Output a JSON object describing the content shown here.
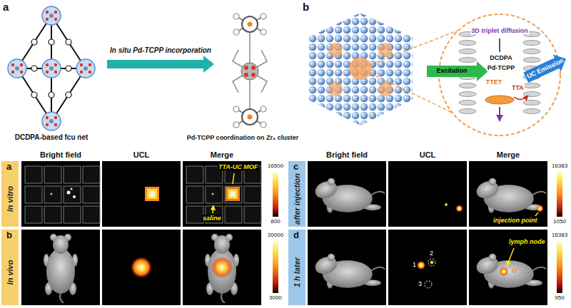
{
  "diagram": {
    "nodes": [
      {
        "text": [
          "In vitro"
        ]
      },
      {
        "text": [
          "after injection"
        ]
      },
      {
        "text": [
          "In vivo"
        ]
      },
      {
        "text": [
          "1 h later"
        ]
      }
    ],
    "labels": [
      "a",
      "DCDPA-based fcu net",
      "In situ Pd-TCPP incorporation",
      "Pd-TCPP coordination on Zr₆ cluster",
      "b",
      "3D triplet diffusion",
      "Excitation",
      "DCDPA",
      "Pd-TCPP",
      "TTET",
      "TTA",
      "UC Emission",
      "Bright field",
      "UCL",
      "Merge",
      "Bright field",
      "UCL",
      "Merge",
      "a",
      "TTA-UC MOF",
      "saline",
      "16500",
      "800",
      "c",
      "injection point",
      "16383",
      "1050",
      "b",
      "20000",
      "3000",
      "d",
      "1",
      "2",
      "3",
      "lymph node",
      "16383",
      "950"
    ]
  }
}
